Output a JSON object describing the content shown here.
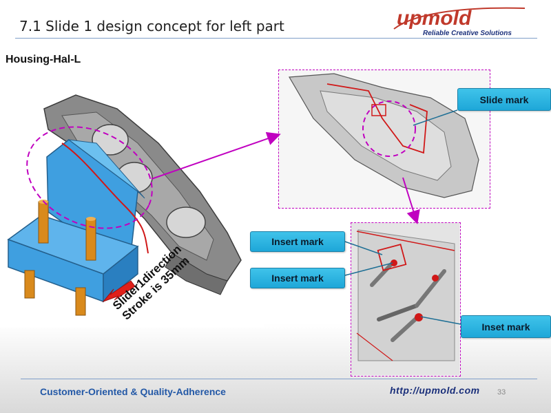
{
  "slide": {
    "title": "7.1 Slide 1 design concept for left part",
    "part_name": "Housing-Hal-L",
    "page_number": "33"
  },
  "logo": {
    "brand": "upmold",
    "tagline": "Reliable Creative Solutions",
    "brand_color": "#c0392b",
    "tagline_color": "#1a2f7a"
  },
  "callouts": {
    "slide_mark": "Slide mark",
    "insert_mark_1": "Insert mark",
    "insert_mark_2": "Insert mark",
    "inset_mark": "Inset mark"
  },
  "annotation": {
    "line1": "Slider1direction",
    "line2": "Stroke is 35mm"
  },
  "footer": {
    "slogan": "Customer-Oriented & Quality-Adherence",
    "url": "http://upmold.com"
  },
  "colors": {
    "accent_magenta": "#c000c0",
    "callout_blue": "#29b6e4",
    "slider_blue": "#3f9fe0",
    "pin_orange": "#d98a1c",
    "arrow_red": "#e0201a"
  }
}
